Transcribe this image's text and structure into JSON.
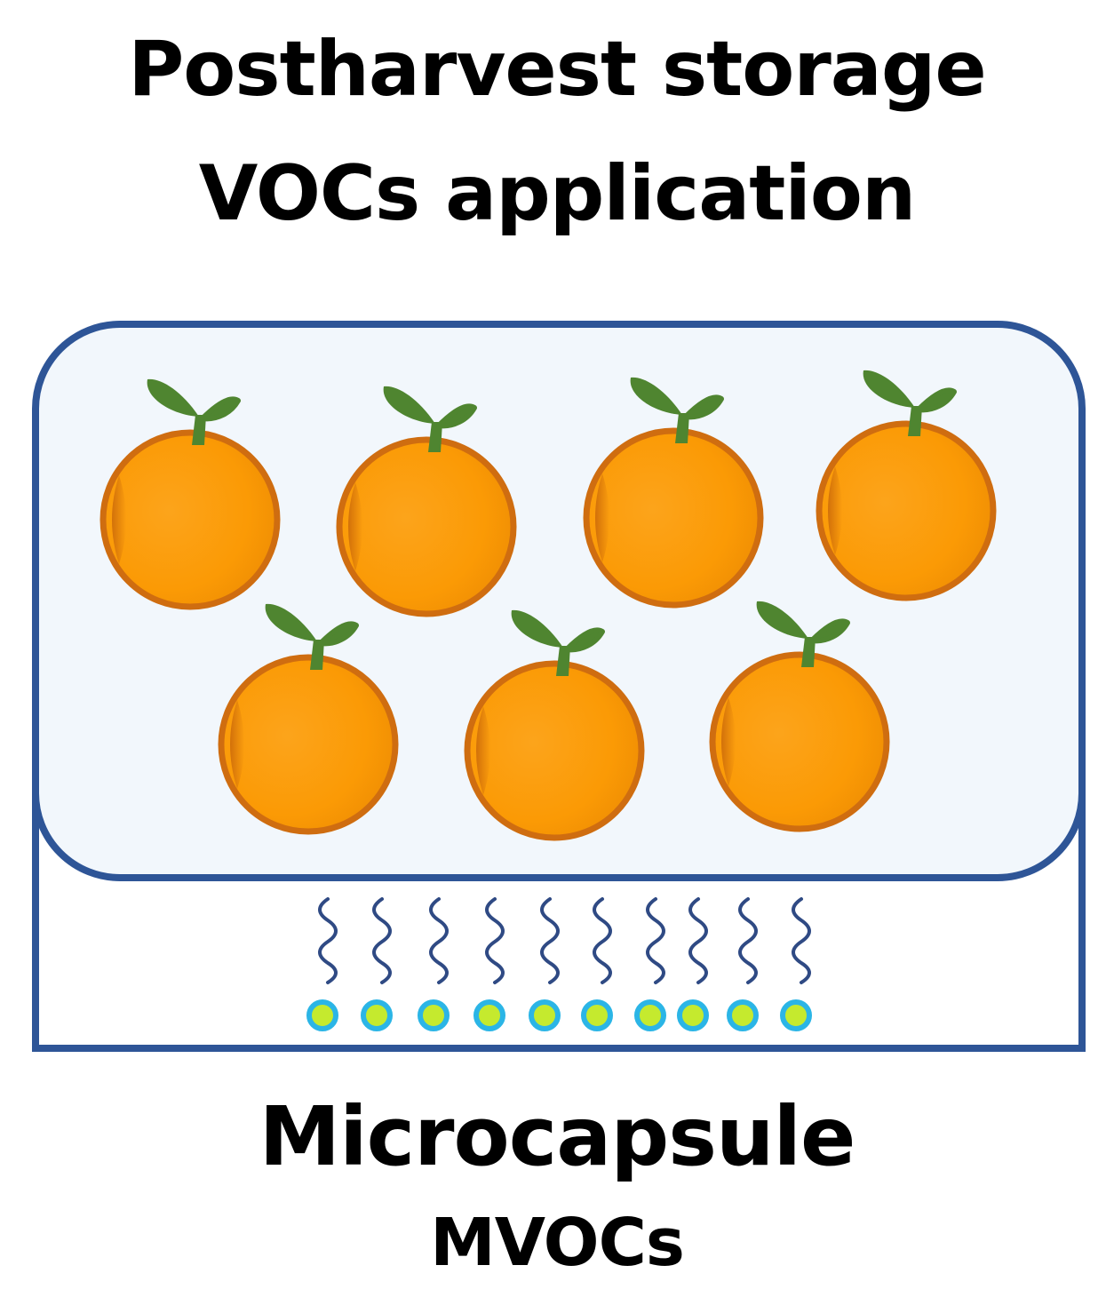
{
  "title": {
    "line1": "Postharvest storage",
    "line2": "VOCs application"
  },
  "caption": {
    "line1": "Microcapsule",
    "line2": "MVOCs"
  },
  "colors": {
    "container_border": "#2e5597",
    "chamber_fill": "#f2f7fc",
    "orange_fill": "#fb9a05",
    "orange_border": "#cf6d10",
    "leaf": "#4f8530",
    "vapor_line": "#2f4a84",
    "capsule_fill": "#c5ea2e",
    "capsule_border": "#2bb5e6"
  },
  "icons": {
    "fruit": "orange-fruit-icon",
    "capsule": "microcapsule-icon",
    "vapor": "volatile-wave-icon"
  },
  "counts": {
    "oranges": 7,
    "microcapsules": 10
  }
}
